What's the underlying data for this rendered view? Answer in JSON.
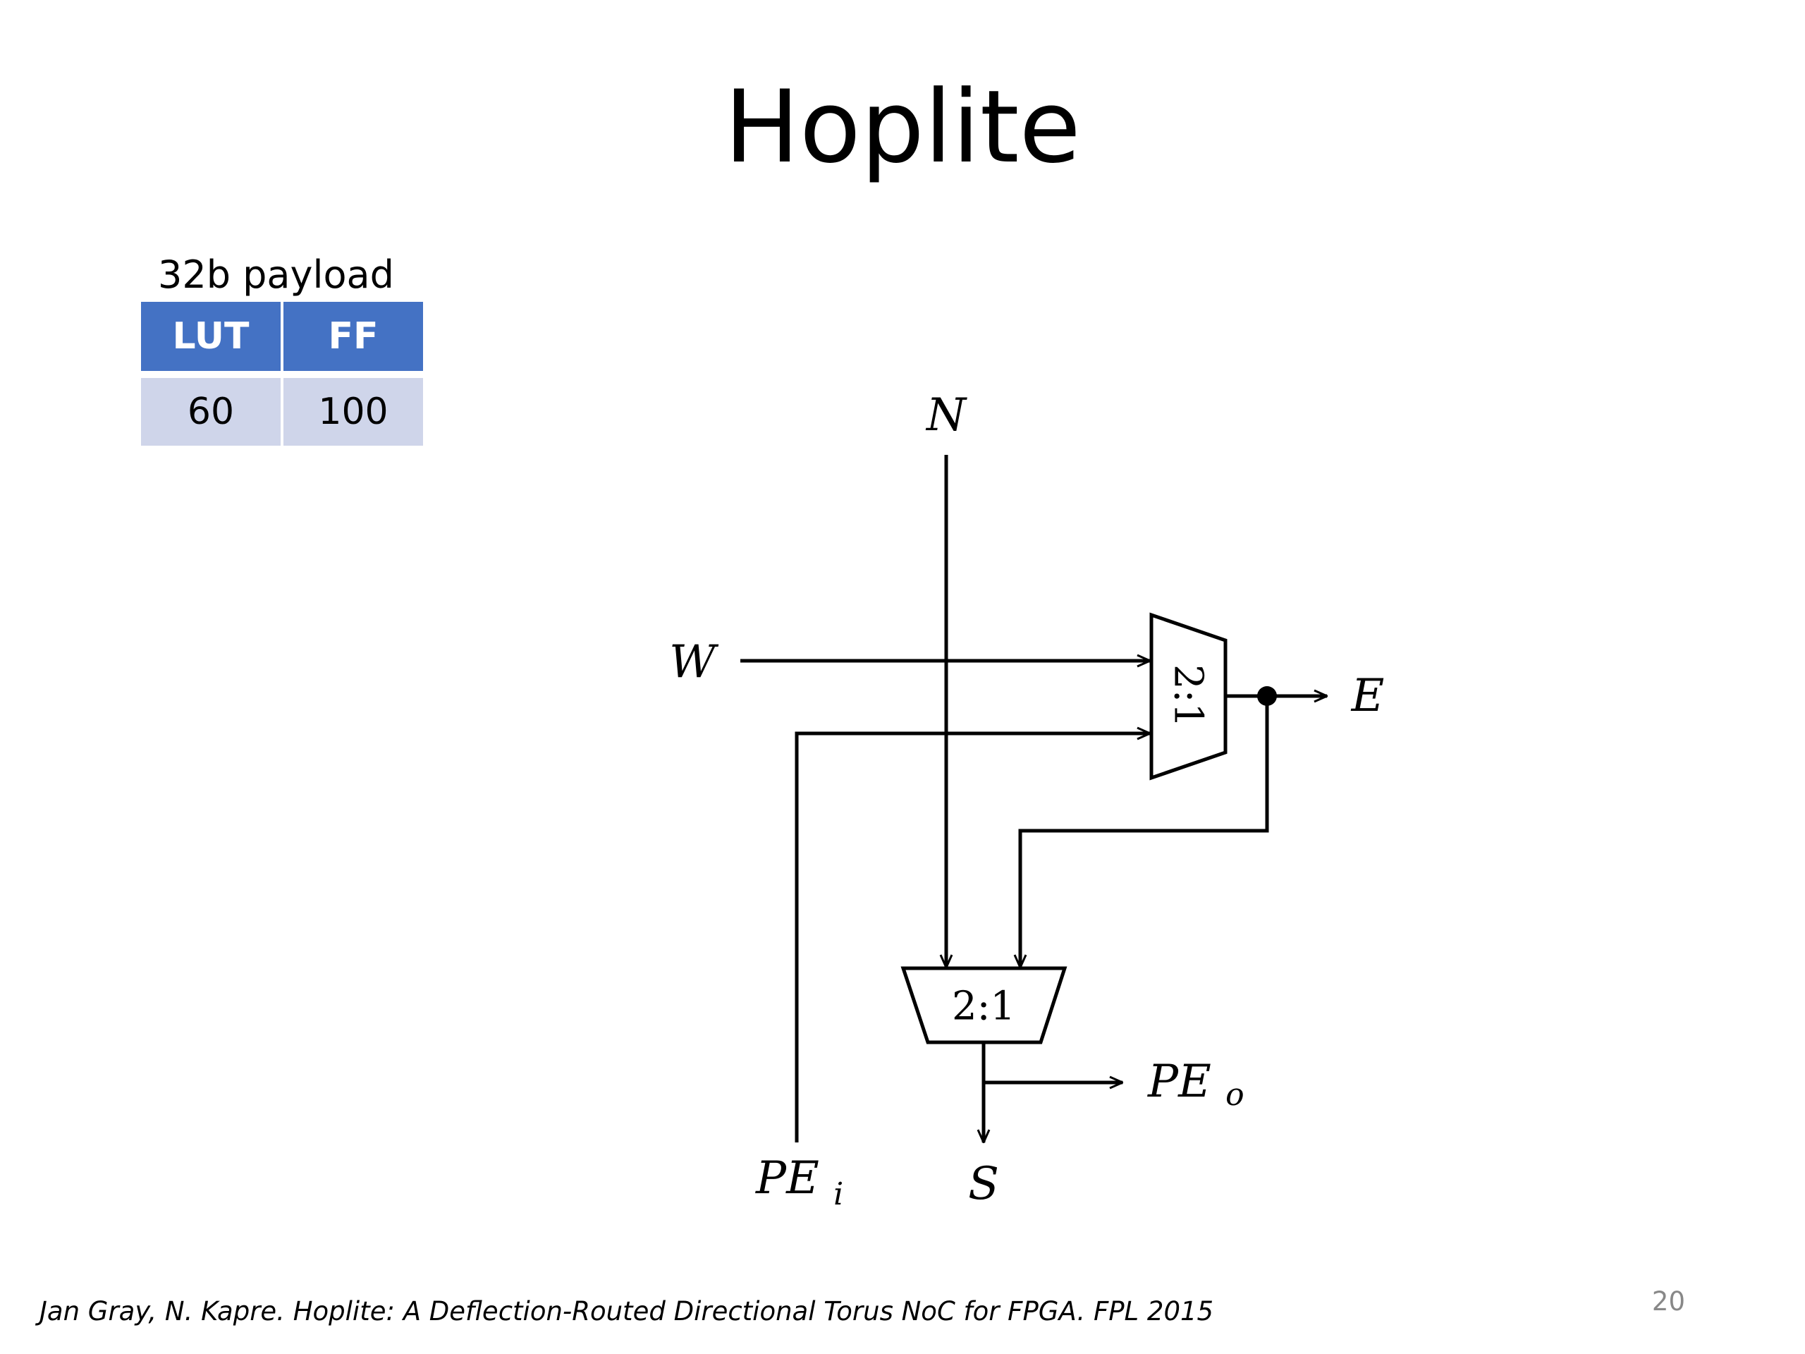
{
  "slide": {
    "title": "Hoplite",
    "page_number": "20",
    "citation": "Jan Gray, N. Kapre. Hoplite: A Deflection-Routed Directional Torus NoC for FPGA. FPL 2015"
  },
  "resource_table": {
    "caption": "32b payload",
    "headers": [
      "LUT",
      "FF"
    ],
    "values": [
      "60",
      "100"
    ],
    "header_color": "#4472c4",
    "cell_color": "#cfd5ea"
  },
  "diagram": {
    "ports": {
      "north": "N",
      "west": "W",
      "east": "E",
      "south": "S",
      "pe_in": "PE",
      "pe_in_sub": "i",
      "pe_out": "PE",
      "pe_out_sub": "o"
    },
    "mux_east_label": "2:1",
    "mux_south_label": "2:1"
  }
}
